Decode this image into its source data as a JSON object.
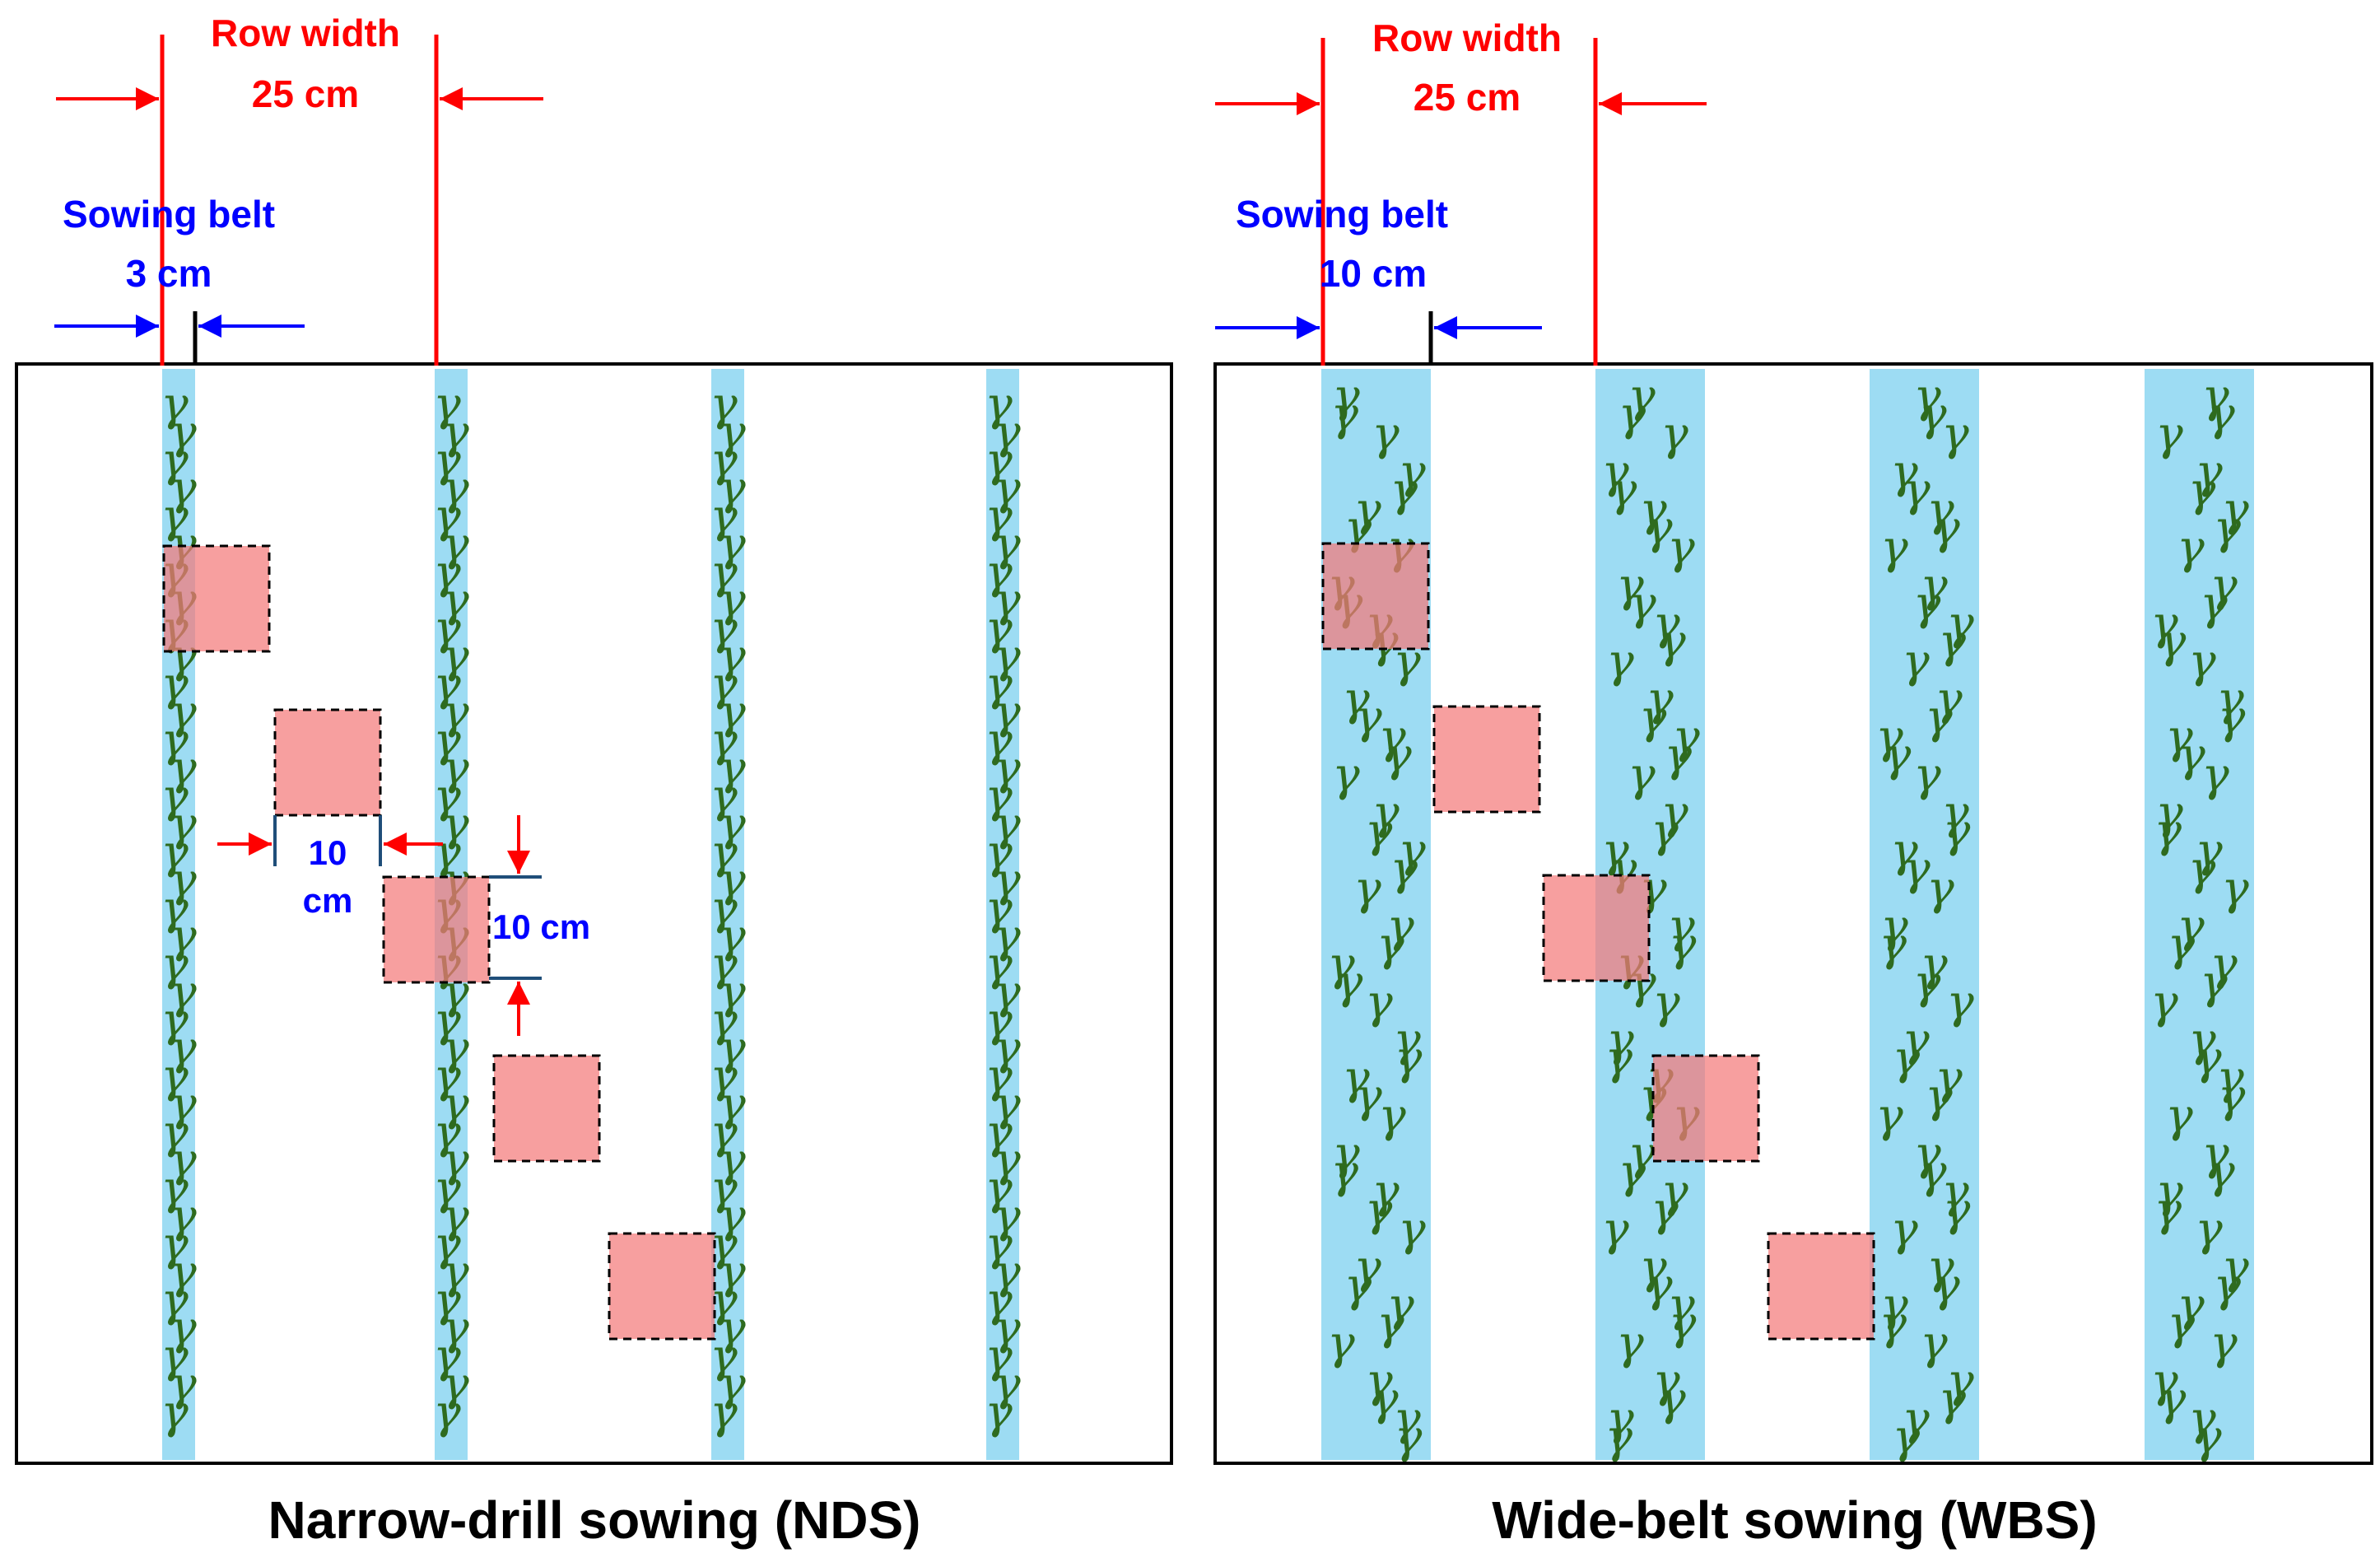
{
  "colors": {
    "row_width": "#ff0000",
    "sowing_belt": "#0000ff",
    "belt_fill": "#9ddcf3",
    "plant": "#2e6b1f",
    "quadrat_fill": "#f47a7a",
    "frame": "#000000"
  },
  "plant_glyph": "γ",
  "panels": [
    {
      "caption": "Narrow-drill sowing (NDS)",
      "row_width_label": "Row width",
      "row_width_value": "25 cm",
      "sowing_belt_label": "Sowing belt",
      "sowing_belt_value": "3 cm",
      "quadrat_width_label": "10",
      "quadrat_width_unit": "cm",
      "quadrat_height_label": "10 cm"
    },
    {
      "caption": "Wide-belt sowing (WBS)",
      "row_width_label": "Row width",
      "row_width_value": "25 cm",
      "sowing_belt_label": "Sowing belt",
      "sowing_belt_value": "10 cm"
    }
  ]
}
